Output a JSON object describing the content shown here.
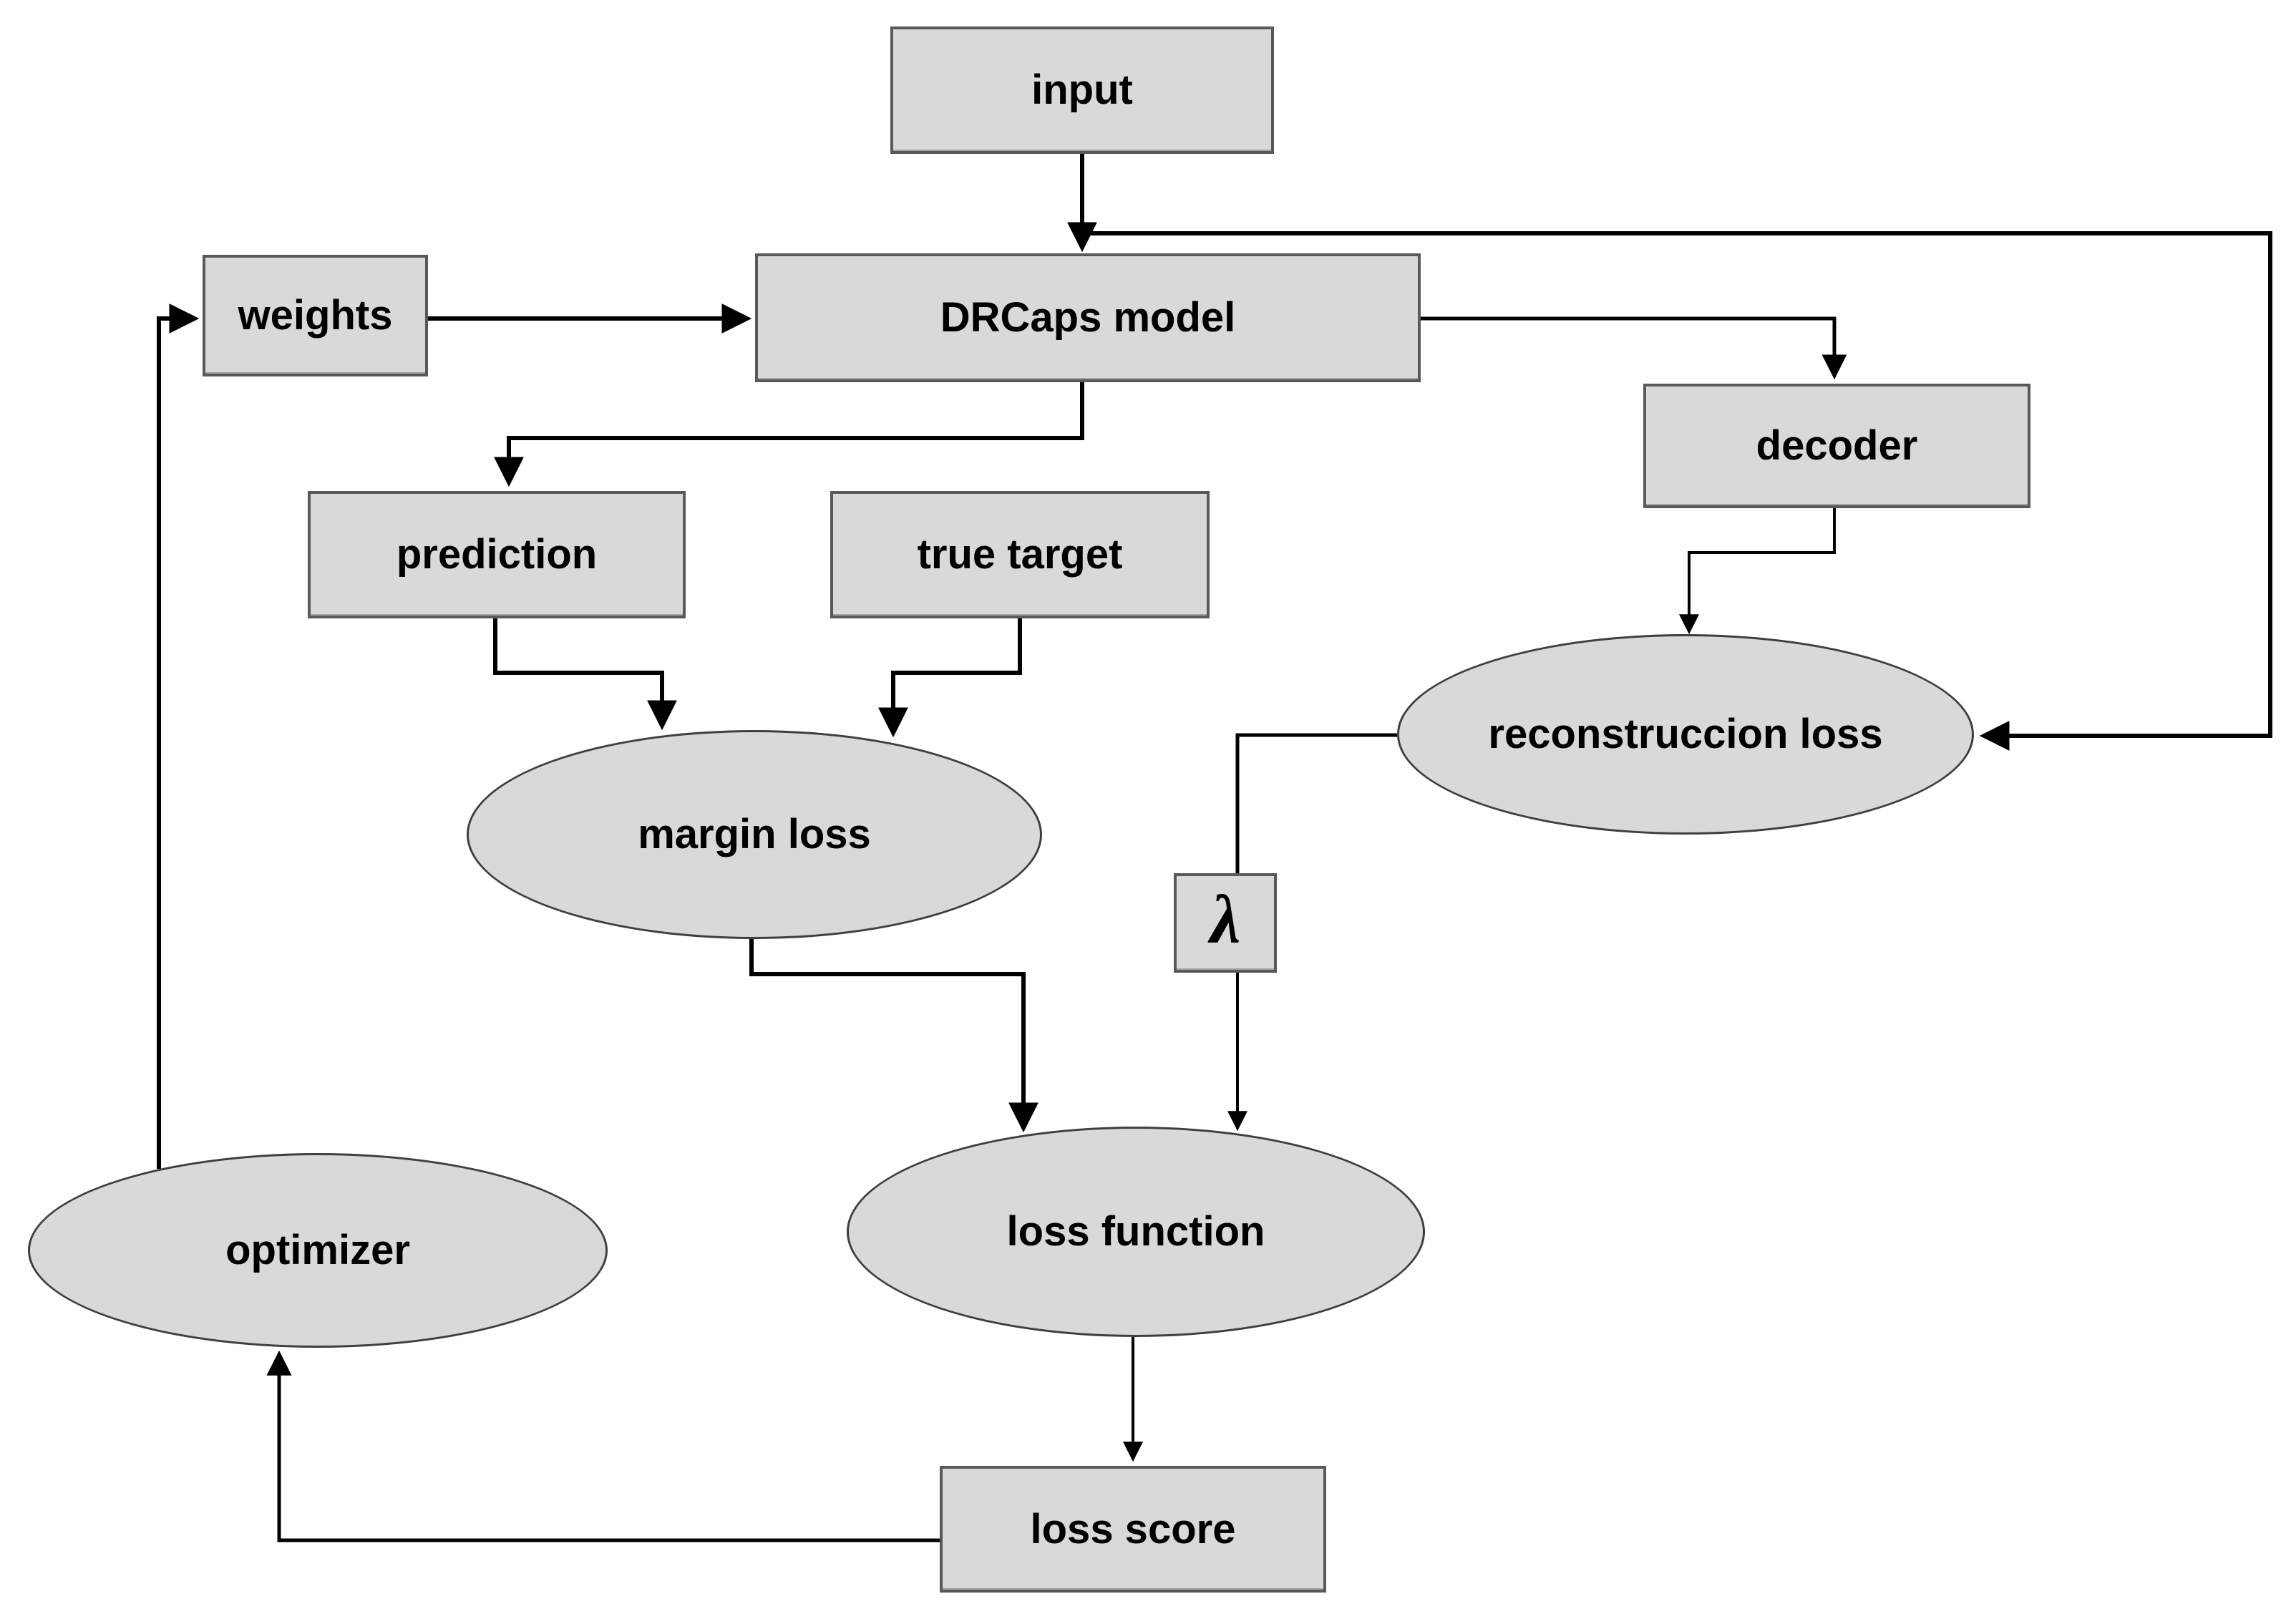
{
  "diagram": {
    "title": "DRCaps model training loop flowchart",
    "colors": {
      "background": "#ffffff",
      "node_fill": "#d9d9d9",
      "node_border": "#595959",
      "ellipse_border": "#3f3f3f",
      "line": "#000000",
      "text": "#000000"
    },
    "nodes": {
      "input": {
        "label": "input",
        "shape": "rect"
      },
      "weights": {
        "label": "weights",
        "shape": "rect"
      },
      "drcaps_model": {
        "label": "DRCaps model",
        "shape": "rect"
      },
      "decoder": {
        "label": "decoder",
        "shape": "rect"
      },
      "prediction": {
        "label": "prediction",
        "shape": "rect"
      },
      "true_target": {
        "label": "true target",
        "shape": "rect"
      },
      "margin_loss": {
        "label": "margin loss",
        "shape": "ellipse"
      },
      "reconstruction_loss": {
        "label": "reconstruccion loss",
        "shape": "ellipse"
      },
      "lambda": {
        "label": "λ",
        "shape": "rect"
      },
      "loss_function": {
        "label": "loss function",
        "shape": "ellipse"
      },
      "optimizer": {
        "label": "optimizer",
        "shape": "ellipse"
      },
      "loss_score": {
        "label": "loss score",
        "shape": "rect"
      }
    },
    "edges": [
      {
        "from": "input",
        "to": "drcaps_model"
      },
      {
        "from": "input",
        "to": "reconstruction_loss"
      },
      {
        "from": "weights",
        "to": "drcaps_model"
      },
      {
        "from": "drcaps_model",
        "to": "decoder"
      },
      {
        "from": "drcaps_model",
        "to": "prediction"
      },
      {
        "from": "decoder",
        "to": "reconstruction_loss"
      },
      {
        "from": "prediction",
        "to": "margin_loss"
      },
      {
        "from": "true_target",
        "to": "margin_loss"
      },
      {
        "from": "margin_loss",
        "to": "loss_function"
      },
      {
        "from": "reconstruction_loss",
        "to": "lambda"
      },
      {
        "from": "lambda",
        "to": "loss_function"
      },
      {
        "from": "loss_function",
        "to": "loss_score"
      },
      {
        "from": "loss_score",
        "to": "optimizer"
      },
      {
        "from": "optimizer",
        "to": "weights"
      }
    ]
  }
}
